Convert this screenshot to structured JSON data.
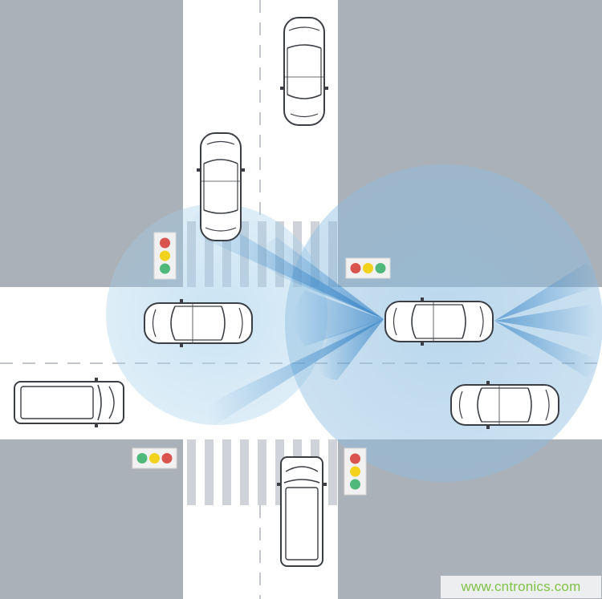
{
  "watermark": {
    "text": "www.cntronics.com"
  },
  "colors": {
    "block": "#abb1b9",
    "road": "#ffffff",
    "crosswalk": "#cfd3d9",
    "lane_marking": "#c3c7cc",
    "sensor_zone": "#8fc2e6",
    "sensor_beam": "#2f7fc4",
    "car_body": "#ffffff",
    "car_outline": "#3b3f45",
    "light_red": "#d9534f",
    "light_yellow": "#f2d21b",
    "light_green": "#4fb87a",
    "light_housing": "#f1f1f1"
  },
  "traffic_lights": [
    {
      "id": "nw",
      "orientation": "vertical",
      "order": [
        "red",
        "yellow",
        "green"
      ],
      "active": "green"
    },
    {
      "id": "ne",
      "orientation": "horizontal",
      "order": [
        "red",
        "yellow",
        "green"
      ],
      "active": "red"
    },
    {
      "id": "sw",
      "orientation": "horizontal",
      "order": [
        "green",
        "yellow",
        "red"
      ],
      "active": "green"
    },
    {
      "id": "se",
      "orientation": "vertical",
      "order": [
        "red",
        "yellow",
        "green"
      ],
      "active": "red"
    }
  ],
  "vehicles": [
    {
      "id": "north-car",
      "type": "sedan",
      "heading": "south"
    },
    {
      "id": "north-lane-car",
      "type": "sedan",
      "heading": "north"
    },
    {
      "id": "center-west-car",
      "type": "sedan",
      "heading": "west"
    },
    {
      "id": "ego-car",
      "type": "sedan",
      "heading": "west"
    },
    {
      "id": "west-van",
      "type": "van",
      "heading": "east"
    },
    {
      "id": "east-car",
      "type": "sedan",
      "heading": "west"
    },
    {
      "id": "south-van",
      "type": "van",
      "heading": "north"
    }
  ]
}
